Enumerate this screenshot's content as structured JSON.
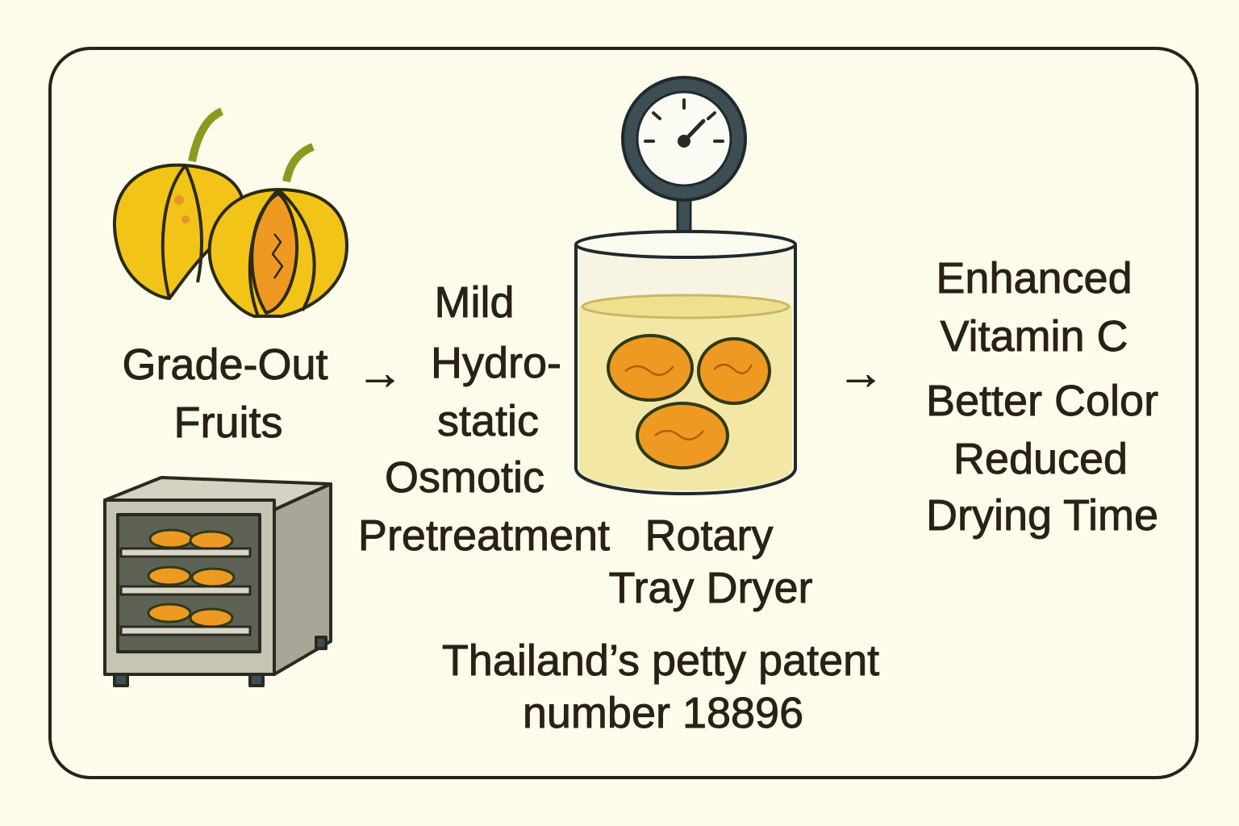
{
  "input": {
    "line1": "Grade-Out",
    "line2": "Fruits"
  },
  "arrow1": "→",
  "pretreatment": {
    "line1": "Mild",
    "line2": "Hydro-",
    "line3": "static",
    "line4": "Osmotic",
    "line5": "Pretreatment"
  },
  "dryer": {
    "line1": "Rotary",
    "line2": "Tray Dryer"
  },
  "arrow2": "→",
  "outcomes": {
    "line1": "Enhanced",
    "line2": "Vitamin C",
    "line3": "Better Color",
    "line4": "Reduced",
    "line5": "Drying Time"
  },
  "patent": {
    "line1": "Thailand’s petty patent",
    "line2": "number 18896"
  },
  "colors": {
    "background": "#fdfbe9",
    "outline": "#2a2118",
    "fruit_yellow": "#f2c418",
    "fruit_orange": "#ee9a22",
    "liquid": "#f3e7a6",
    "gauge": "#3d4f55"
  }
}
